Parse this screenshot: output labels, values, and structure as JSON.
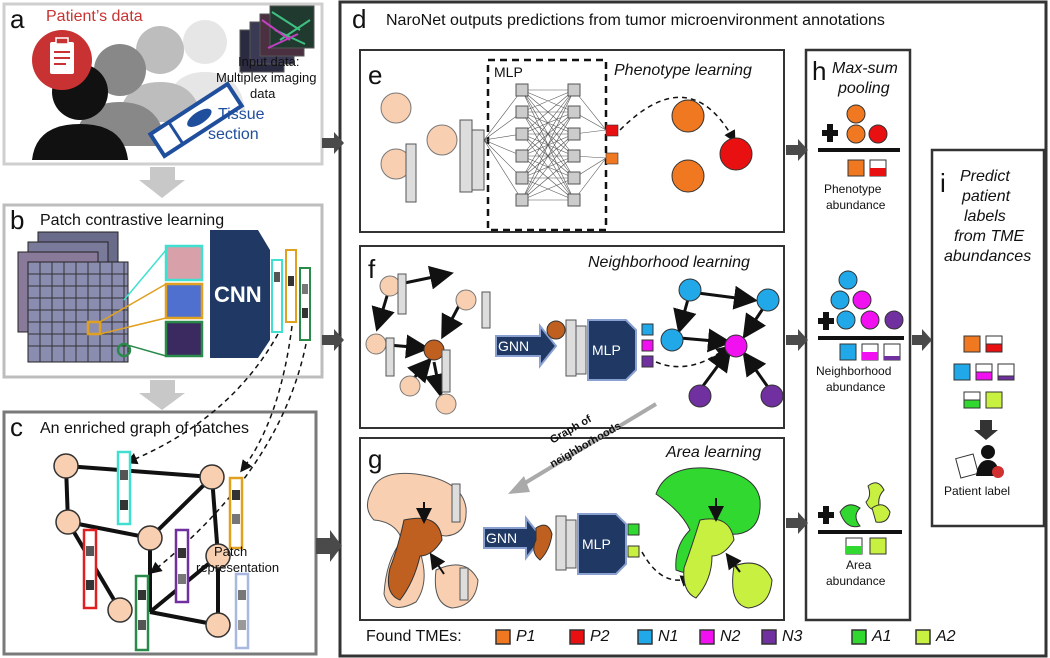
{
  "panels": {
    "a": {
      "letter": "a",
      "patient_data": "Patient’s data",
      "input_data": "Input data:",
      "input_data_2": "Multiplex imaging",
      "input_data_3": "data",
      "tissue": "Tissue",
      "section": "section"
    },
    "b": {
      "letter": "b",
      "title": "Patch contrastive learning",
      "cnn": "CNN"
    },
    "c": {
      "letter": "c",
      "title": "An enriched graph of patches",
      "patch": "Patch",
      "representation": "representation"
    },
    "d": {
      "letter": "d",
      "title": "NaroNet outputs predictions from tumor microenvironment annotations"
    },
    "e": {
      "letter": "e",
      "title": "Phenotype learning",
      "mlp": "MLP"
    },
    "f": {
      "letter": "f",
      "title": "Neighborhood learning",
      "gnn": "GNN",
      "mlp": "MLP"
    },
    "g": {
      "letter": "g",
      "title": "Area learning",
      "gnn": "GNN",
      "mlp": "MLP",
      "graph_label_1": "Graph of",
      "graph_label_2": "neighborhoods"
    },
    "h": {
      "letter": "h",
      "title_1": "Max-sum",
      "title_2": "pooling",
      "phen_1": "Phenotype",
      "phen_2": "abundance",
      "neigh_1": "Neighborhood",
      "neigh_2": "abundance",
      "area_1": "Area",
      "area_2": "abundance"
    },
    "i": {
      "letter": "i",
      "title_1": "Predict",
      "title_2": "patient",
      "title_3": "labels",
      "title_4": "from TME",
      "title_5": "abundances",
      "patient_label": "Patient label"
    }
  },
  "legend": {
    "label": "Found TMEs:",
    "items": [
      {
        "name": "P1",
        "color": "#f07820"
      },
      {
        "name": "P2",
        "color": "#e81010"
      },
      {
        "name": "N1",
        "color": "#20a8e8"
      },
      {
        "name": "N2",
        "color": "#f010f0"
      },
      {
        "name": "N3",
        "color": "#7030a0"
      },
      {
        "name": "A1",
        "color": "#30d830"
      },
      {
        "name": "A2",
        "color": "#c8f040"
      }
    ]
  },
  "colors": {
    "peach": "#f8cfb0",
    "brown": "#c06020",
    "navy": "#1f3864",
    "arrow_gray": "#4a4a4a",
    "light_border": "#c8c8c8"
  }
}
